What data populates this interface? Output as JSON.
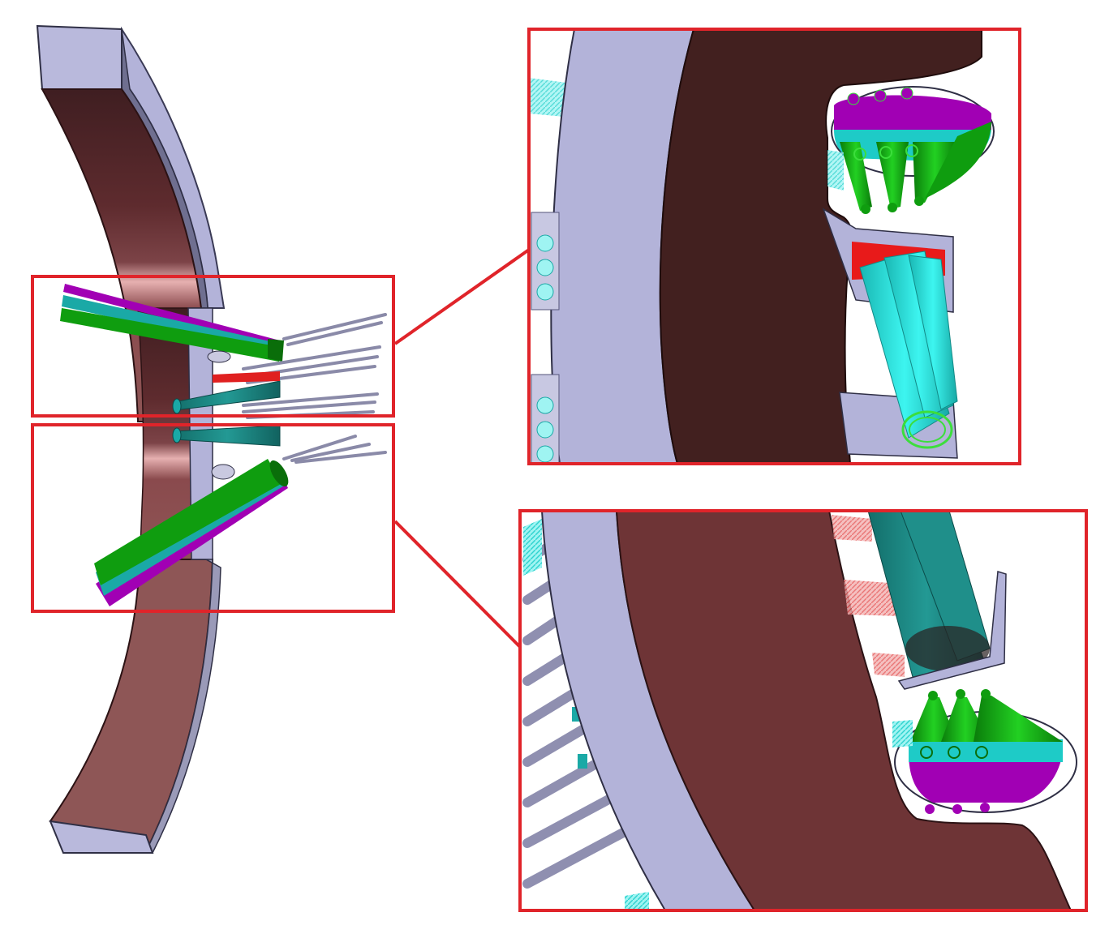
{
  "figure": {
    "colors": {
      "background": "#ffffff",
      "frame_red": "#e0242a",
      "wall_brown": "#6e3436",
      "wall_brown_dark": "#3f1e21",
      "wall_pink_highlight": "#e8b3b3",
      "shield_lavender": "#b3b3d9",
      "shield_dark": "#6d6d8c",
      "beam_purple": "#a100b4",
      "beam_green": "#0f9d0f",
      "beam_cyan": "#2ee8e6",
      "beam_teal": "#1d8a86",
      "beam_red": "#ee1a1a",
      "rod_grey": "#9a9ab8"
    },
    "panels": [
      {
        "id": "overview",
        "description_icon": "tokamak-port-section-view"
      },
      {
        "id": "zoom-upper",
        "description_icon": "upper-port-zoom"
      },
      {
        "id": "zoom-lower",
        "description_icon": "lower-port-zoom"
      }
    ]
  }
}
